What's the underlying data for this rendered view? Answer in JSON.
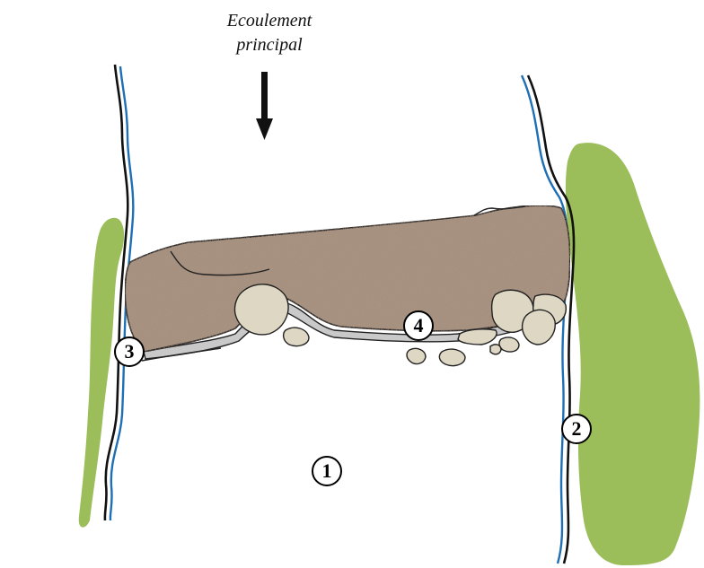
{
  "flow": {
    "line1": "Ecoulement",
    "line2": "principal"
  },
  "markers": {
    "channel": "1",
    "right_bank": "2",
    "left_bank": "3",
    "bar_edge": "4"
  },
  "colors": {
    "vegetation": "#9bbd5a",
    "water_edge": "#1f6fb4",
    "bank_line": "#111111",
    "gravel_bar": "#a89280",
    "boulder": "#ddd7c3",
    "bar_shadow": "#c9c9c9"
  }
}
